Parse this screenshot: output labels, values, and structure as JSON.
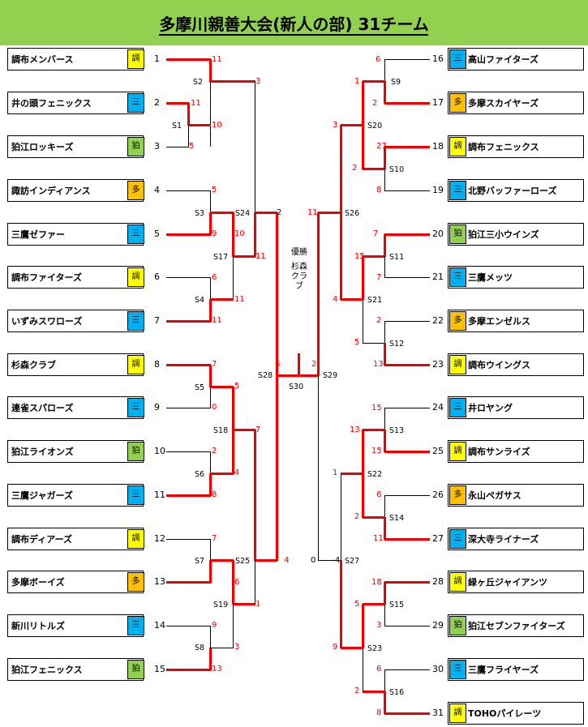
{
  "title": "多摩川親善大会(新人の部)  31チーム",
  "colors": {
    "title_bg": "#92d050",
    "win_line": "#e00000",
    "cat_調": "#ffff00",
    "cat_三": "#00b0f0",
    "cat_狛": "#92d050",
    "cat_多": "#ffc000"
  },
  "champion": {
    "label": "優勝",
    "team": "杉森クラブ"
  },
  "left_teams": [
    {
      "seed": "1",
      "name": "調布メンバース",
      "cat": "調"
    },
    {
      "seed": "2",
      "name": "井の頭フェニックス",
      "cat": "三"
    },
    {
      "seed": "3",
      "name": "狛江ロッキーズ",
      "cat": "狛"
    },
    {
      "seed": "4",
      "name": "諏訪インディアンス",
      "cat": "多"
    },
    {
      "seed": "5",
      "name": "三鷹ゼファー",
      "cat": "三"
    },
    {
      "seed": "6",
      "name": "調布ファイターズ",
      "cat": "調"
    },
    {
      "seed": "7",
      "name": "いずみスワローズ",
      "cat": "三"
    },
    {
      "seed": "8",
      "name": "杉森クラブ",
      "cat": "調"
    },
    {
      "seed": "9",
      "name": "連雀スパローズ",
      "cat": "三"
    },
    {
      "seed": "10",
      "name": "狛江ライオンズ",
      "cat": "狛"
    },
    {
      "seed": "11",
      "name": "三鷹ジャガーズ",
      "cat": "三"
    },
    {
      "seed": "12",
      "name": "調布ディアーズ",
      "cat": "調"
    },
    {
      "seed": "13",
      "name": "多摩ボーイズ",
      "cat": "多"
    },
    {
      "seed": "14",
      "name": "新川リトルズ",
      "cat": "三"
    },
    {
      "seed": "15",
      "name": "狛江フェニックス",
      "cat": "狛"
    }
  ],
  "right_teams": [
    {
      "seed": "16",
      "name": "高山ファイターズ",
      "cat": "三"
    },
    {
      "seed": "17",
      "name": "多摩スカイヤーズ",
      "cat": "多"
    },
    {
      "seed": "18",
      "name": "調布フェニックス",
      "cat": "調"
    },
    {
      "seed": "19",
      "name": "北野バッファーローズ",
      "cat": "三"
    },
    {
      "seed": "20",
      "name": "狛江三小ウインズ",
      "cat": "狛"
    },
    {
      "seed": "21",
      "name": "三鷹メッツ",
      "cat": "三"
    },
    {
      "seed": "22",
      "name": "多摩エンゼルス",
      "cat": "多"
    },
    {
      "seed": "23",
      "name": "調布ウイングス",
      "cat": "調"
    },
    {
      "seed": "24",
      "name": "井ロヤング",
      "cat": "三"
    },
    {
      "seed": "25",
      "name": "調布サンライズ",
      "cat": "調"
    },
    {
      "seed": "26",
      "name": "永山ペガサス",
      "cat": "多"
    },
    {
      "seed": "27",
      "name": "深大寺ライナーズ",
      "cat": "三"
    },
    {
      "seed": "28",
      "name": "緑ヶ丘ジャイアンツ",
      "cat": "調"
    },
    {
      "seed": "29",
      "name": "狛江セブンファイターズ",
      "cat": "狛"
    },
    {
      "seed": "30",
      "name": "三鷹フライヤーズ",
      "cat": "三"
    },
    {
      "seed": "31",
      "name": "TOHOパイレーツ",
      "cat": "調"
    }
  ],
  "matches": [
    "S1",
    "S2",
    "S3",
    "S4",
    "S5",
    "S6",
    "S7",
    "S8",
    "S9",
    "S10",
    "S11",
    "S12",
    "S13",
    "S14",
    "S15",
    "S16",
    "S17",
    "S18",
    "S19",
    "S20",
    "S21",
    "S22",
    "S23",
    "S24",
    "S25",
    "S26",
    "S27",
    "S28",
    "S29",
    "S30"
  ],
  "scores": [
    "11",
    "3",
    "11",
    "10",
    "5",
    "5",
    "9",
    "10",
    "11",
    "6",
    "11",
    "11",
    "7",
    "5",
    "0",
    "7",
    "2",
    "4",
    "8",
    "6",
    "7",
    "6",
    "9",
    "3",
    "13",
    "1",
    "2",
    "4",
    "6",
    "1",
    "2",
    "3",
    "27",
    "2",
    "8",
    "11",
    "7",
    "15",
    "7",
    "4",
    "2",
    "5",
    "13",
    "2",
    "13",
    "15",
    "1",
    "6",
    "2",
    "11",
    "18",
    "5",
    "3",
    "9",
    "6",
    "2",
    "8",
    "15",
    "4",
    "0"
  ]
}
